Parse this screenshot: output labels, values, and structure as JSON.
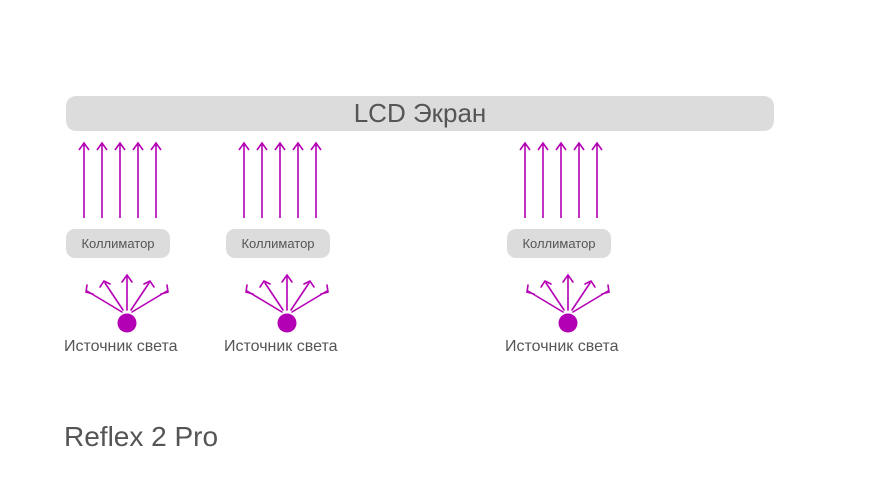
{
  "screen": {
    "label": "LCD Экран"
  },
  "units": [
    {
      "collimator_label": "Коллиматор",
      "source_label": "Источник света"
    },
    {
      "collimator_label": "Коллиматор",
      "source_label": "Источник света"
    },
    {
      "collimator_label": "Коллиматор",
      "source_label": "Источник света"
    }
  ],
  "model_name": "Reflex 2 Pro",
  "colors": {
    "light": "#b400b4",
    "panel": "#dcdcdc",
    "text": "#555555"
  }
}
